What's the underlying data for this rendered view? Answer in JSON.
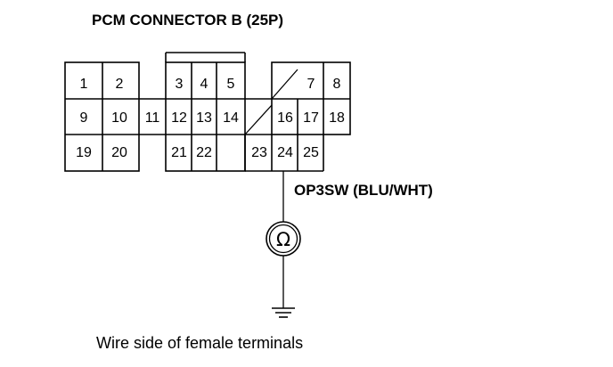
{
  "title": "PCM CONNECTOR B (25P)",
  "wire_label": "OP3SW (BLU/WHT)",
  "meter_symbol": "Ω",
  "caption": "Wire side of female terminals",
  "pins": {
    "p1": "1",
    "p2": "2",
    "p3": "3",
    "p4": "4",
    "p5": "5",
    "p7": "7",
    "p8": "8",
    "p9": "9",
    "p10": "10",
    "p11": "11",
    "p12": "12",
    "p13": "13",
    "p14": "14",
    "p16": "16",
    "p17": "17",
    "p18": "18",
    "p19": "19",
    "p20": "20",
    "p21": "21",
    "p22": "22",
    "p23": "23",
    "p24": "24",
    "p25": "25"
  },
  "icons": {
    "meter": "ohmmeter-icon",
    "ground": "ground-icon"
  },
  "colors": {
    "ink": "#000000",
    "background": "#ffffff"
  }
}
